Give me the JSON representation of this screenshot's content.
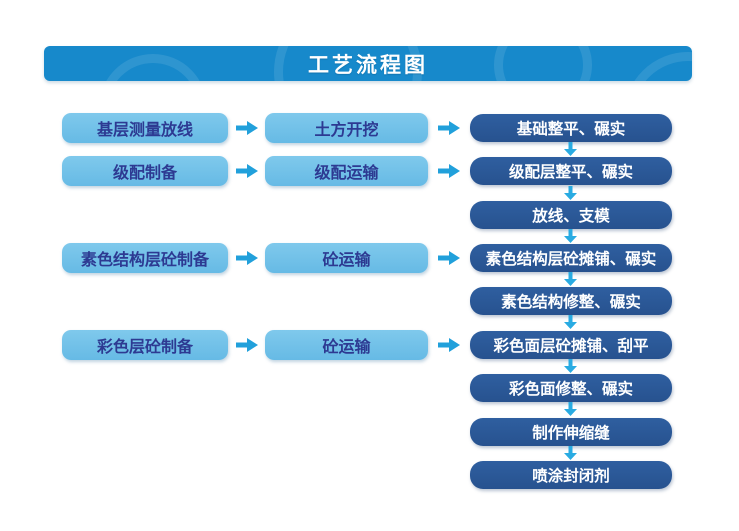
{
  "title_banner": {
    "title": "工艺流程图"
  },
  "colors": {
    "banner_blue": "#1789CB",
    "light_box_blue": "#6FC0E8",
    "dark_box_blue": "#2A5795",
    "light_box_text": "#2D3A92",
    "dark_box_text": "#FFFFFF",
    "arrow_cyan": "#21A0DB"
  },
  "icons": {
    "right_arrow": "right-arrow-icon",
    "down_arrow": "down-arrow-icon"
  },
  "flow": {
    "prep_column": [
      "基层测量放线",
      "级配制备",
      "素色结构层砼制备",
      "彩色层砼制备"
    ],
    "transport_column": [
      "土方开挖",
      "级配运输",
      "砼运输",
      "砼运输"
    ],
    "site_column": [
      "基础整平、碾实",
      "级配层整平、碾实",
      "放线、支模",
      "素色结构层砼摊铺、碾实",
      "素色结构修整、碾实",
      "彩色面层砼摊铺、刮平",
      "彩色面修整、碾实",
      "制作伸缩缝",
      "喷涂封闭剂"
    ]
  }
}
